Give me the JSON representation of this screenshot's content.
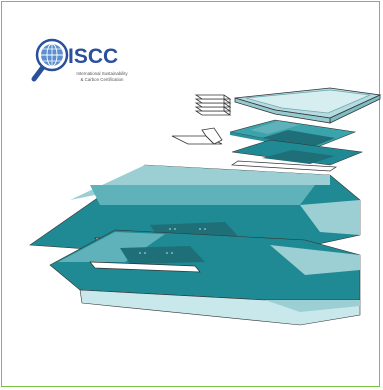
{
  "logo": {
    "wordmark": "ISCC",
    "subtitle_line1": "International Sustainability",
    "subtitle_line2": "& Carbon Certification"
  },
  "icons": [
    "globe-magnifier-icon",
    "paper-stack-icon",
    "folded-card-icon"
  ],
  "colors": {
    "frame_border": "#7cc242",
    "teal_dark": "#1f8a93",
    "teal_mid": "#5fb2ba",
    "teal_light": "#9bcfd4",
    "teal_pale": "#c9e8ec",
    "panel_deep": "#1f6f78",
    "brand_blue": "#2a4f9b"
  }
}
